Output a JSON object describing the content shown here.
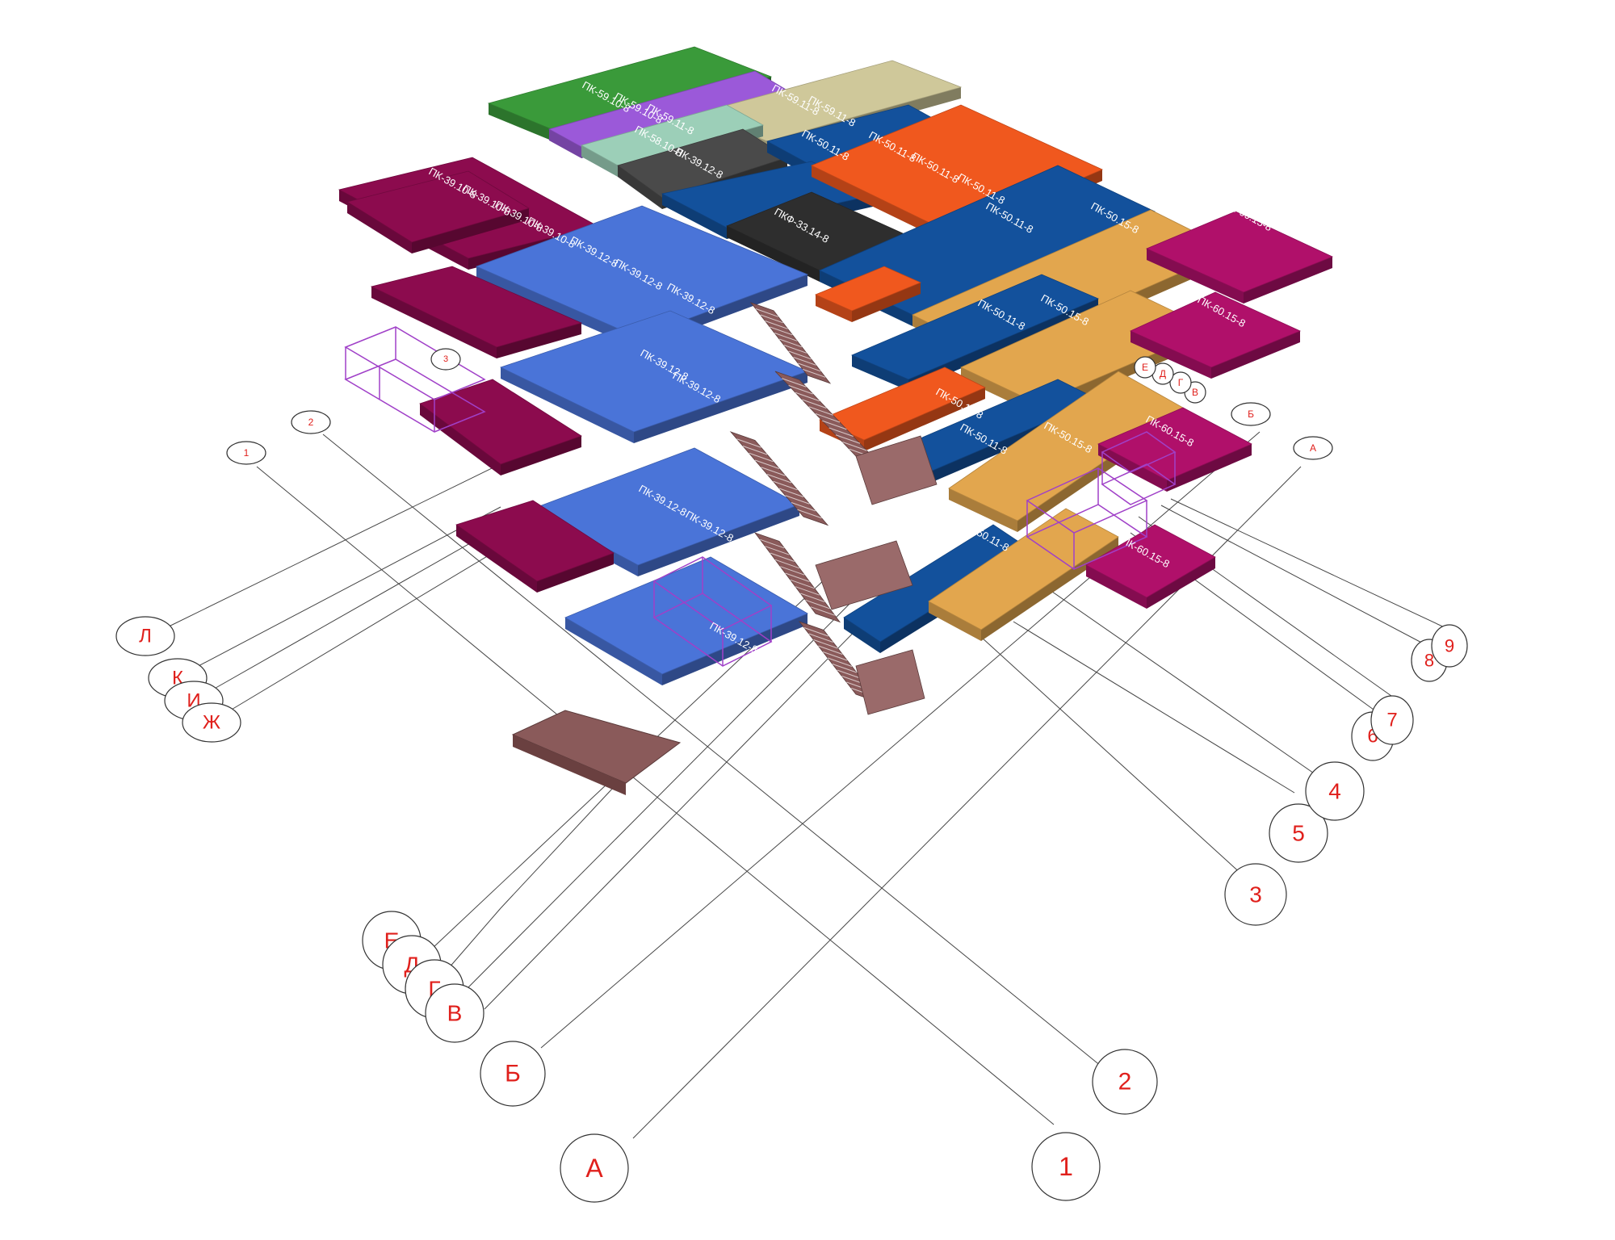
{
  "colors": {
    "green": "#3a9a3a",
    "violet": "#9b59d9",
    "khaki": "#cfc89a",
    "mint": "#9ccfb8",
    "darkgray": "#4a4a4a",
    "black": "#2e2e2e",
    "navy": "#13519c",
    "orange": "#f0581e",
    "sand": "#e2a64e",
    "magenta": "#b0106a",
    "maroon": "#8c0b4e",
    "blue": "#4a74d8",
    "stair": "#8a5a5a",
    "railing": "#a040c8",
    "bubble_text": "#e0201c"
  },
  "slab_labels": {
    "l_pk5910": "ПК-59.10-8",
    "l_pk5911": "ПК-59.11-8",
    "l_pk5810": "ПК-58.10-8",
    "l_pk3912": "ПК-39.12-8",
    "l_pk3910": "ПК-39.10-8",
    "l_pk5011": "ПК-50.11-8",
    "l_pk5015": "ПК-50.15-8",
    "l_pk6015": "ПК-60.15-8",
    "l_pkf": "ПКФ-33.14-8"
  },
  "axes": {
    "a1_top": "1",
    "a2_top": "2",
    "a1": "1",
    "a2": "2",
    "a3": "3",
    "a4": "4",
    "a5": "5",
    "a6": "6",
    "a7": "7",
    "a8": "8",
    "a9": "9",
    "aA": "А",
    "aB": "Б",
    "aV": "В",
    "aG": "Г",
    "aD": "Д",
    "aE": "Е",
    "aZh": "Ж",
    "aI": "И",
    "aK": "К",
    "aL": "Л",
    "aA_top": "А",
    "aB_top": "Б",
    "aV_top": "В",
    "aG_top": "Г",
    "aD_top": "Д",
    "aE_top": "Е",
    "a3_top": "3"
  }
}
